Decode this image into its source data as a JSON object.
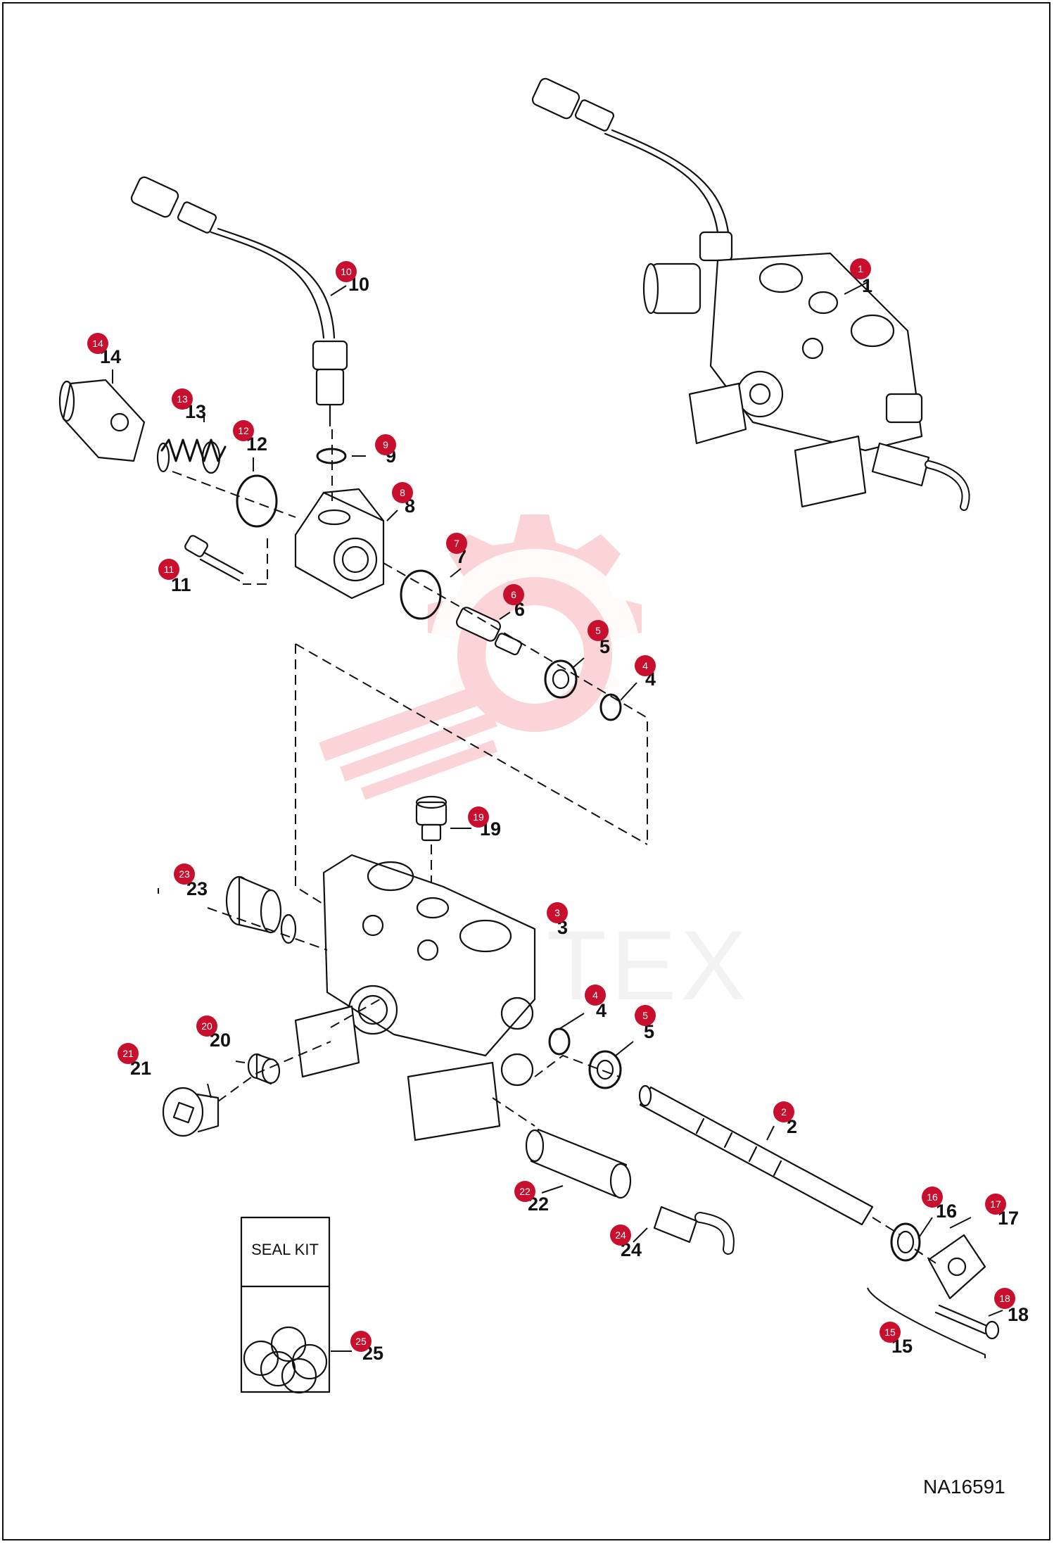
{
  "figure": {
    "reference_code": "NA16591",
    "watermark_text": "AHTEX",
    "seal_kit_label": "SEAL KIT"
  },
  "colors": {
    "callout": "#c8102e",
    "line": "#111111",
    "watermark": "#f4a9ad"
  },
  "parts": [
    {
      "id": "p1",
      "number": "1",
      "callout": "1"
    },
    {
      "id": "p2",
      "number": "2",
      "callout": "2"
    },
    {
      "id": "p3",
      "number": "3",
      "callout": "3"
    },
    {
      "id": "p4a",
      "number": "4",
      "callout": "4"
    },
    {
      "id": "p4b",
      "number": "4",
      "callout": "4"
    },
    {
      "id": "p5a",
      "number": "5",
      "callout": "5"
    },
    {
      "id": "p5b",
      "number": "5",
      "callout": "5"
    },
    {
      "id": "p6",
      "number": "6",
      "callout": "6"
    },
    {
      "id": "p7",
      "number": "7",
      "callout": "7"
    },
    {
      "id": "p8",
      "number": "8",
      "callout": "8"
    },
    {
      "id": "p9",
      "number": "9",
      "callout": "9"
    },
    {
      "id": "p10",
      "number": "10",
      "callout": "10"
    },
    {
      "id": "p11",
      "number": "11",
      "callout": "11"
    },
    {
      "id": "p12",
      "number": "12",
      "callout": "12"
    },
    {
      "id": "p13",
      "number": "13",
      "callout": "13"
    },
    {
      "id": "p14",
      "number": "14",
      "callout": "14"
    },
    {
      "id": "p15",
      "number": "15",
      "callout": "15"
    },
    {
      "id": "p16",
      "number": "16",
      "callout": "16"
    },
    {
      "id": "p17",
      "number": "17",
      "callout": "17"
    },
    {
      "id": "p18",
      "number": "18",
      "callout": "18"
    },
    {
      "id": "p19",
      "number": "19",
      "callout": "19"
    },
    {
      "id": "p20",
      "number": "20",
      "callout": "20"
    },
    {
      "id": "p21",
      "number": "21",
      "callout": "21"
    },
    {
      "id": "p22",
      "number": "22",
      "callout": "22"
    },
    {
      "id": "p23",
      "number": "23",
      "callout": "23"
    },
    {
      "id": "p24",
      "number": "24",
      "callout": "24"
    },
    {
      "id": "p25",
      "number": "25",
      "callout": "25"
    }
  ]
}
